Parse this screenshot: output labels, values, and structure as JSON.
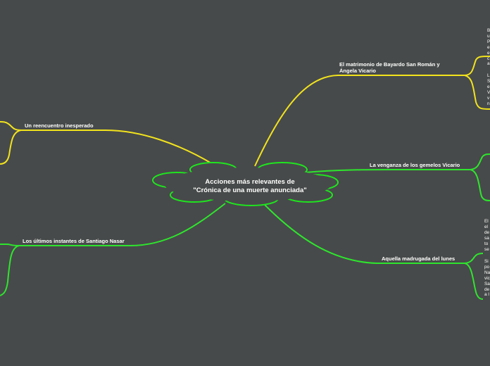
{
  "central": {
    "title_line1": "Acciones más relevantes de",
    "title_line2": "\"Crónica de una muerte anunciada\""
  },
  "branches": {
    "matrimonio": {
      "line1": "El matrimonio de Bayardo San Román y",
      "line2": "Ángela Vicario"
    },
    "reencuentro": {
      "label": "Un reencuentro inesperado"
    },
    "venganza": {
      "label": "La venganza de los gemelos Vicario"
    },
    "ultimos": {
      "label": "Los últimos instantes de Santiago Nasar"
    },
    "madrugada": {
      "label": "Aquella madrugada del lunes"
    }
  },
  "clipped_text": {
    "matrimonio_a": "B\nu\nP\ne\ne\nc\na",
    "matrimonio_b": "L\nS\ne\nV\nv\nn",
    "madrugada_a": "El\nel\nde\nsa\nto\nse",
    "madrugada_b": "Si\npo\nNa\nvic\nSa\nde\na l"
  },
  "colors": {
    "background": "#474a4a",
    "central_border": "#1fe51f",
    "yellow_branch": "#f2e31d",
    "green_branch": "#2ee52e",
    "text": "#ffffff"
  }
}
